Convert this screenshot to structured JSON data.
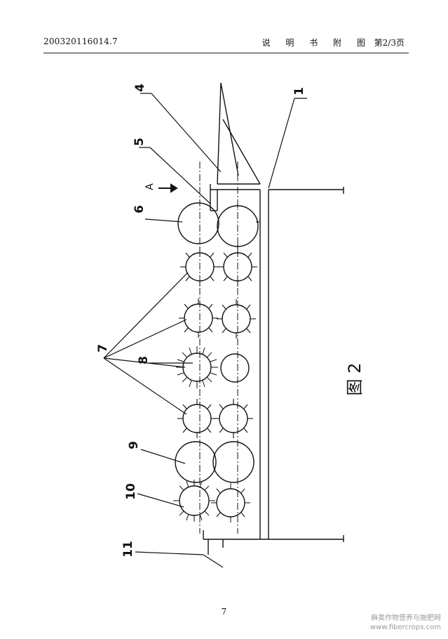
{
  "header": {
    "doc_number": "200320116014.7",
    "section_title": "说 明 书 附 图",
    "page_info": "第2/3页"
  },
  "figure": {
    "caption": "图 2",
    "arrow_label": "A",
    "callouts": [
      "1",
      "4",
      "5",
      "6",
      "7",
      "8",
      "9",
      "10",
      "11"
    ]
  },
  "page_number": "7",
  "watermark": {
    "line1": "麻类作物营养与施肥网",
    "line2": "www.fibercrops.com"
  }
}
